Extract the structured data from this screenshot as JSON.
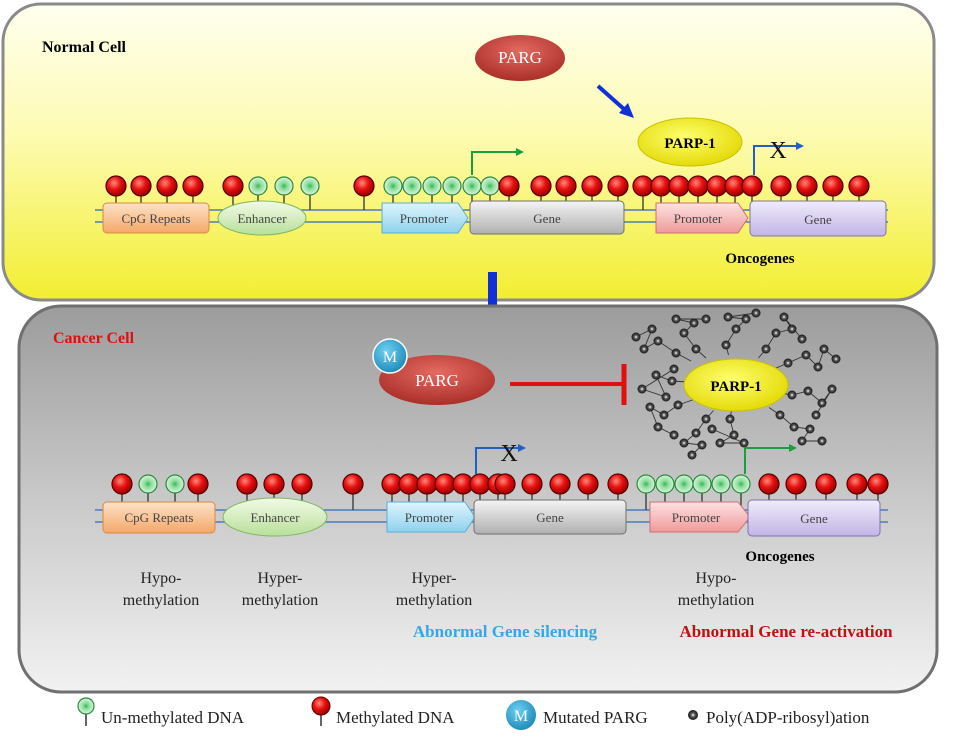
{
  "normal_cell": {
    "title": "Normal Cell",
    "parg": "PARG",
    "parp1": "PARP-1",
    "blocked_mark": "X",
    "labels": {
      "cpg": "CpG Repeats",
      "enhancer": "Enhancer",
      "promoter1": "Promoter",
      "gene1": "Gene",
      "promoter2": "Promoter",
      "gene2": "Gene"
    },
    "oncogenes": "Oncogenes"
  },
  "cancer_cell": {
    "title": "Cancer Cell",
    "mutation_mark": "M",
    "parg": "PARG",
    "parp1": "PARP-1",
    "blocked_mark": "X",
    "labels": {
      "cpg": "CpG Repeats",
      "enhancer": "Enhancer",
      "promoter1": "Promoter",
      "gene1": "Gene",
      "promoter2": "Promoter",
      "gene2": "Gene"
    },
    "oncogenes": "Oncogenes",
    "methylation_status": [
      {
        "line1": "Hypo-",
        "line2": "methylation"
      },
      {
        "line1": "Hyper-",
        "line2": "methylation"
      },
      {
        "line1": "Hyper-",
        "line2": "methylation"
      },
      {
        "line1": "Hypo-",
        "line2": "methylation"
      }
    ],
    "outcome_silencing": "Abnormal Gene silencing",
    "outcome_reactivation": "Abnormal Gene re-activation"
  },
  "legend": {
    "unmethylated": "Un-methylated DNA",
    "methylated": "Methylated DNA",
    "mutated_mark": "M",
    "mutated": "Mutated PARG",
    "parylation": "Poly(ADP-ribosyl)ation"
  },
  "colors": {
    "methylated": "#e01010",
    "unmethylated": "#9fe0a8",
    "parg": "#c0403a",
    "parp1": "#f3ef12",
    "normal_bg": "#fdfaa0",
    "cancer_bg": "#c8c8c8",
    "silencing_text": "#3aa6e0",
    "reactivation_text": "#c01010",
    "cancer_title": "#e01010"
  },
  "dna_pattern": {
    "normal": "MMMM-MUUU-MUUUUUU-M-MMMMMMMMMMMMMMM",
    "cancer": "MUUM-MMM-M-MMMMMMM-MMMM-MUUUUUUM-MMMM"
  }
}
